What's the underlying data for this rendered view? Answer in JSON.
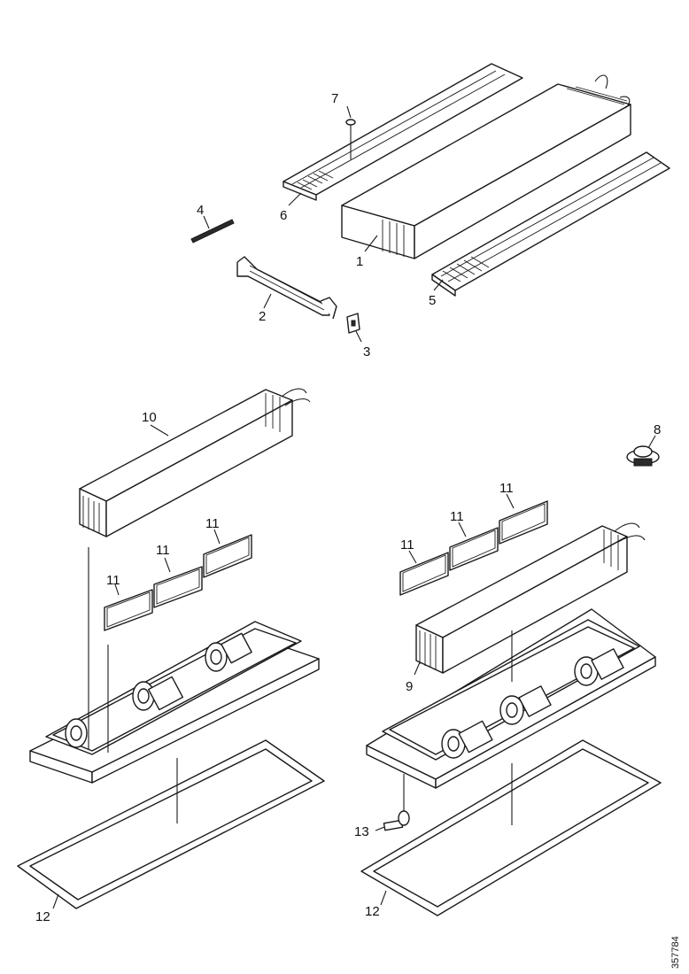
{
  "callouts": {
    "c1": "1",
    "c2": "2",
    "c3": "3",
    "c4": "4",
    "c5": "5",
    "c6": "6",
    "c7": "7",
    "c8": "8",
    "c9": "9",
    "c10": "10",
    "c11a": "11",
    "c11b": "11",
    "c11c": "11",
    "c11d": "11",
    "c11e": "11",
    "c11f": "11",
    "c12a": "12",
    "c12b": "12",
    "c13": "13"
  },
  "document_number": "357784"
}
